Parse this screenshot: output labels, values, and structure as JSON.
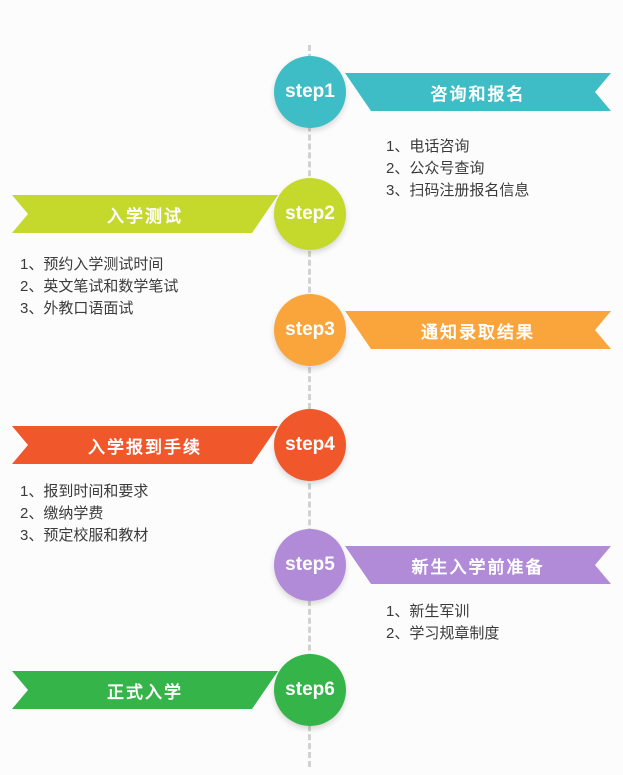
{
  "diagram": {
    "type": "vertical-process-timeline",
    "line_color": "#d2d2d2"
  },
  "steps": [
    {
      "label": "step1",
      "banner": "咨询和报名",
      "side": "right",
      "color": "#3FBDC6",
      "items": [
        "1、电话咨询",
        "2、公众号查询",
        "3、扫码注册报名信息"
      ]
    },
    {
      "label": "step2",
      "banner": "入学测试",
      "side": "left",
      "color": "#C5D92D",
      "items": [
        "1、预约入学测试时间",
        "2、英文笔试和数学笔试",
        "3、外教口语面试"
      ]
    },
    {
      "label": "step3",
      "banner": "通知录取结果",
      "side": "right",
      "color": "#F9A53C",
      "items": []
    },
    {
      "label": "step4",
      "banner": "入学报到手续",
      "side": "left",
      "color": "#F0572B",
      "items": [
        "1、报到时间和要求",
        "2、缴纳学费",
        "3、预定校服和教材"
      ]
    },
    {
      "label": "step5",
      "banner": "新生入学前准备",
      "side": "right",
      "color": "#B18BD8",
      "items": [
        "1、新生军训",
        "2、学习规章制度"
      ]
    },
    {
      "label": "step6",
      "banner": "正式入学",
      "side": "left",
      "color": "#35B44A",
      "items": []
    }
  ]
}
